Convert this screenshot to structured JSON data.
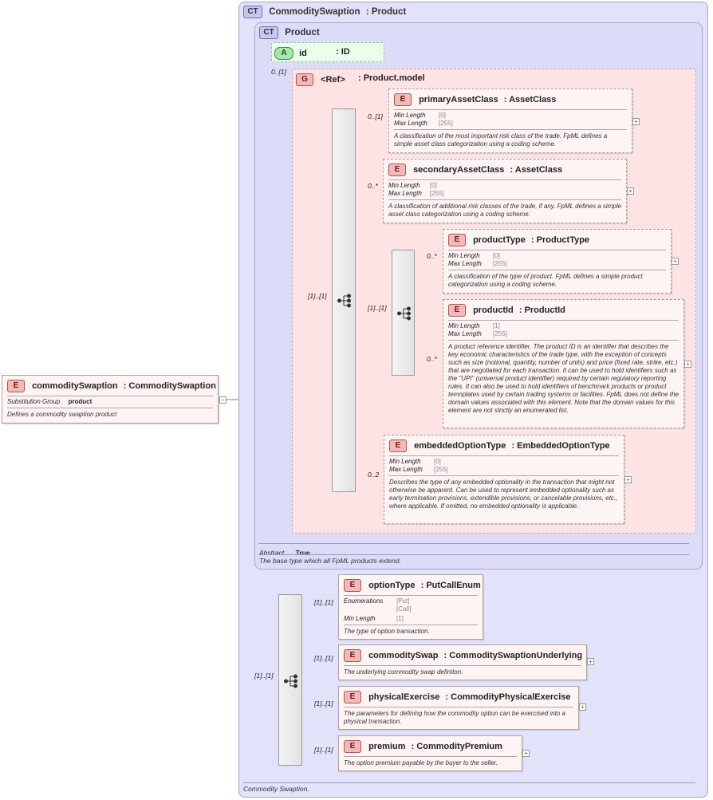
{
  "complex_type": {
    "badge": "CT",
    "name": "CommoditySwaption",
    "base": "Product",
    "description": "Commodity Swaption."
  },
  "product_type": {
    "badge": "CT",
    "name": "Product",
    "abstract_label": "Abstract",
    "abstract_value": "True",
    "description": "The base type which all FpML products extend."
  },
  "attribute": {
    "badge": "A",
    "name": "id",
    "type": ": ID",
    "cardinality": "0..[1]"
  },
  "group": {
    "badge": "G",
    "name": "<Ref>",
    "type": ": Product.model"
  },
  "root_element": {
    "badge": "E",
    "name": "commoditySwaption",
    "type": ": CommoditySwaption",
    "subst_label": "Substitution Group",
    "subst_value": "product",
    "description": "Defines a commodity swaption product"
  },
  "elements": {
    "primaryAssetClass": {
      "badge": "E",
      "name": "primaryAssetClass",
      "type": ": AssetClass",
      "cardinality": "0..[1]",
      "min_label": "Min Length",
      "min_value": "[0]",
      "max_label": "Max Length",
      "max_value": "[255]",
      "description": "A classification of the most important risk class of the trade. FpML defines a simple asset class categorization using a coding scheme."
    },
    "secondaryAssetClass": {
      "badge": "E",
      "name": "secondaryAssetClass",
      "type": ": AssetClass",
      "cardinality": "0..*",
      "min_label": "Min Length",
      "min_value": "[0]",
      "max_label": "Max Length",
      "max_value": "[255]",
      "description": "A classification of additional risk classes of the trade, if any. FpML defines a simple asset class categorization using a coding scheme."
    },
    "productType": {
      "badge": "E",
      "name": "productType",
      "type": ": ProductType",
      "cardinality": "0..*",
      "min_label": "Min Length",
      "min_value": "[0]",
      "max_label": "Max Length",
      "max_value": "[255]",
      "description": "A classification of the type of product. FpML defines a simple product categorization using a coding scheme."
    },
    "productId": {
      "badge": "E",
      "name": "productId",
      "type": ": ProductId",
      "cardinality": "0..*",
      "min_label": "Min Length",
      "min_value": "[1]",
      "max_label": "Max Length",
      "max_value": "[255]",
      "description": "A product reference identifier. The product ID is an identifier that describes the key economic characteristics of the trade type, with the exception of concepts such as size (notional, quantity, number of units) and price (fixed rate, strike, etc.) that are negotiated for each transaction. It can be used to hold identifiers such as the \"UPI\" (universal product identifier) required by certain regulatory reporting rules. It can also be used to hold identifiers of benchmark products or product temnplates used by certain trading systems or facilities. FpML does not define the domain values associated with this element. Note that the domain values for this element are not strictly an enumerated list."
    },
    "embeddedOptionType": {
      "badge": "E",
      "name": "embeddedOptionType",
      "type": ": EmbeddedOptionType",
      "cardinality": "0..2",
      "min_label": "Min Length",
      "min_value": "[0]",
      "max_label": "Max Length",
      "max_value": "[255]",
      "description": "Describes the type of any embedded optionality in the transaction that might not otherwise be apparent. Can be used to represent embedded optionality such as early termination provisions, extendible provisions, or cancelable provisions, etc., where applicable. If omitted, no embedded optionality is applicable."
    },
    "optionType": {
      "badge": "E",
      "name": "optionType",
      "type": ": PutCallEnum",
      "cardinality": "[1]..[1]",
      "enum_label": "Enumerations",
      "enum_values": [
        "[Put]",
        "[Call]"
      ],
      "min_label": "Min Length",
      "min_value": "[1]",
      "description": "The type of option transaction."
    },
    "commoditySwap": {
      "badge": "E",
      "name": "commoditySwap",
      "type": ": CommoditySwaptionUnderlying",
      "cardinality": "[1]..[1]",
      "description": "The underlying commodity swap definiton."
    },
    "physicalExercise": {
      "badge": "E",
      "name": "physicalExercise",
      "type": ": CommodityPhysicalExercise",
      "cardinality": "[1]..[1]",
      "description": "The parameters for defining how the commodity option can be exercised into a physical transaction."
    },
    "premium": {
      "badge": "E",
      "name": "premium",
      "type": ": CommodityPremium",
      "cardinality": "[1]..[1]",
      "description": "The option premium payable by the buyer to the seller."
    }
  },
  "compositors": {
    "product_model_seq": {
      "cardinality": "[1]..[1]"
    },
    "product_choice": {
      "cardinality": "[1]..[1]"
    },
    "swaption_seq": {
      "cardinality": "[1]..[1]"
    }
  },
  "icons": {
    "sequence": "sequence-compositor-icon",
    "expand": "expand-plus-icon",
    "collapse": "collapse-minus-icon"
  },
  "expander_symbols": {
    "plus": "+",
    "minus": "−"
  },
  "colors": {
    "ct_background": "#e2e2fb",
    "group_background": "#fde3e3",
    "element_background": "#fff4f4",
    "attribute_background": "#eaffea"
  }
}
